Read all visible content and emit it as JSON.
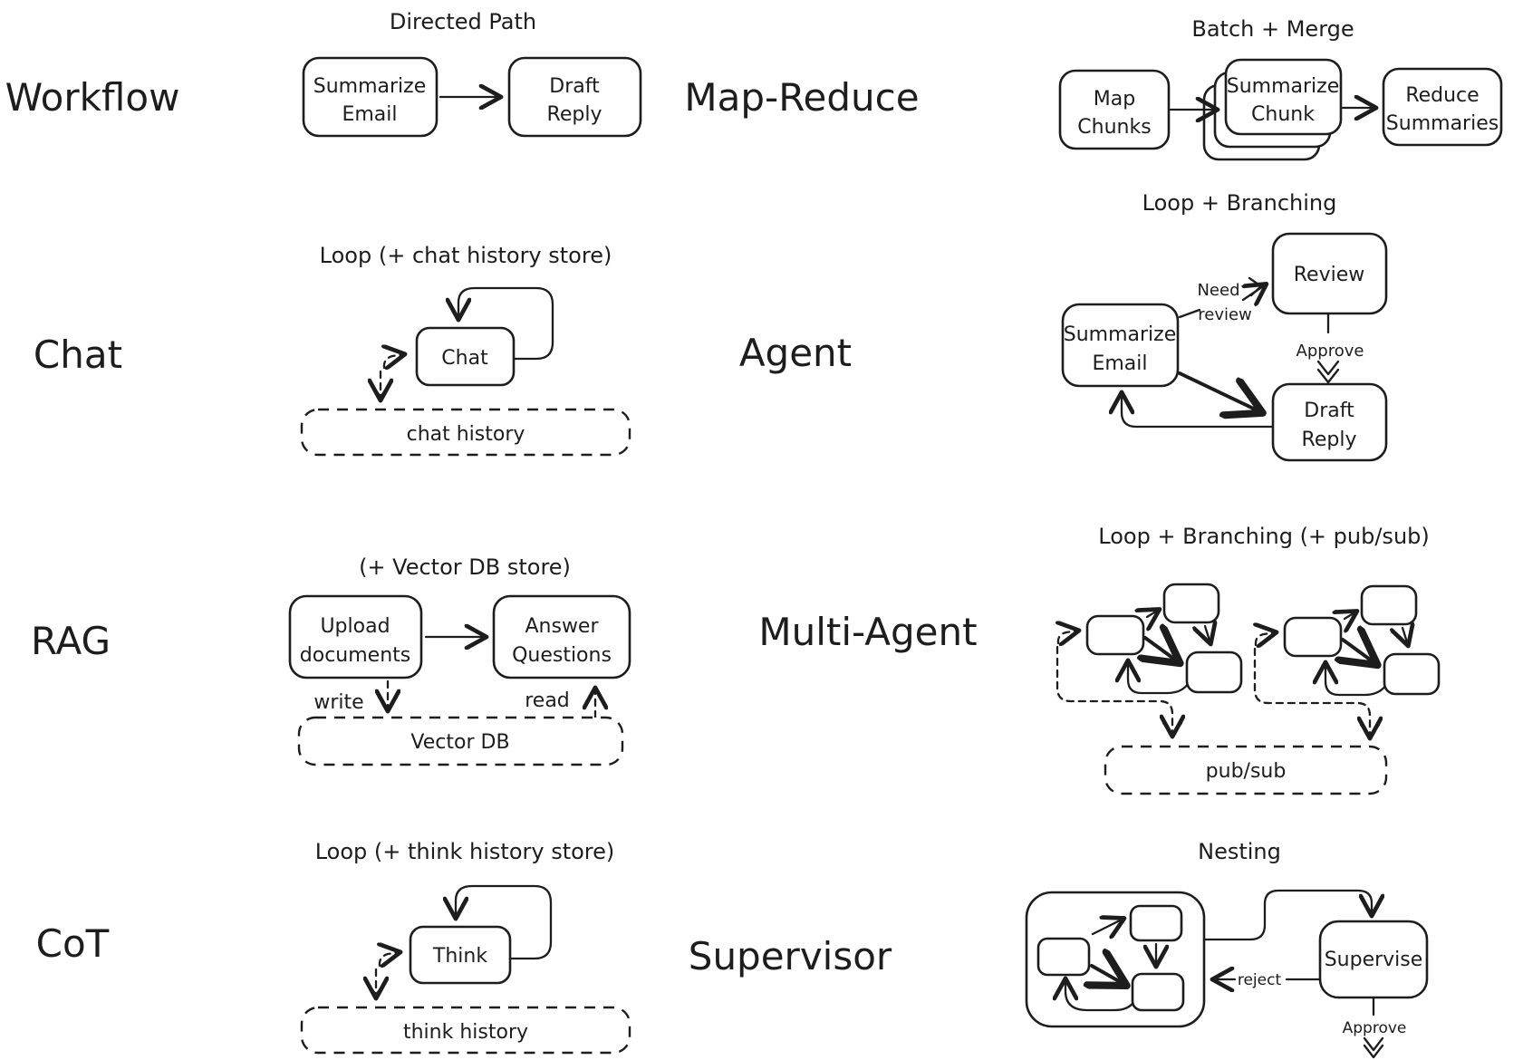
{
  "page": {
    "background": "#ffffff",
    "ink": "#1d1d1d"
  },
  "sections": {
    "workflow": {
      "label": "Workflow",
      "title": "Directed Path",
      "nodes": {
        "summarize": [
          "Summarize",
          "Email"
        ],
        "draft": [
          "Draft",
          "Reply"
        ]
      }
    },
    "map_reduce": {
      "label": "Map-Reduce",
      "title": "Batch + Merge",
      "nodes": {
        "map": [
          "Map",
          "Chunks"
        ],
        "summarize": [
          "Summarize",
          "Chunk"
        ],
        "reduce": [
          "Reduce",
          "Summaries"
        ]
      }
    },
    "chat": {
      "label": "Chat",
      "title": "Loop (+ chat history store)",
      "nodes": {
        "chat": "Chat"
      },
      "store": "chat history"
    },
    "agent": {
      "label": "Agent",
      "title": "Loop + Branching",
      "nodes": {
        "summarize": [
          "Summarize",
          "Email"
        ],
        "review": "Review",
        "draft": [
          "Draft",
          "Reply"
        ]
      },
      "edges": {
        "need_review": [
          "Need",
          "review"
        ],
        "approve": "Approve"
      }
    },
    "rag": {
      "label": "RAG",
      "title": "(+ Vector DB store)",
      "nodes": {
        "upload": [
          "Upload",
          "documents"
        ],
        "answer": [
          "Answer",
          "Questions"
        ]
      },
      "edges": {
        "write": "write",
        "read": "read"
      },
      "store": "Vector DB"
    },
    "multi_agent": {
      "label": "Multi-Agent",
      "title": "Loop + Branching (+ pub/sub)",
      "store": "pub/sub"
    },
    "cot": {
      "label": "CoT",
      "title": "Loop (+ think history store)",
      "nodes": {
        "think": "Think"
      },
      "store": "think history"
    },
    "supervisor": {
      "label": "Supervisor",
      "title": "Nesting",
      "nodes": {
        "supervise": "Supervise"
      },
      "edges": {
        "reject": "reject",
        "approve": "Approve"
      }
    }
  }
}
